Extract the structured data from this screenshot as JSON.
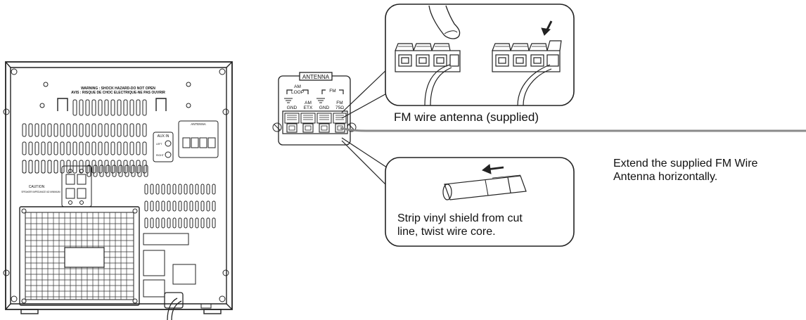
{
  "unit_back": {
    "warning_line1": "WARNING : SHOCK HAZARD-DO NOT OPEN",
    "warning_line2": "AVIS : RISQUE DE CHOC ELECTRIQUE-NE PAS OUVRIR",
    "aux_in_label": "AUX IN",
    "aux_left": "LEFT",
    "aux_right": "RIGHT",
    "mini_antenna_label": "ANTENNA",
    "caution_label": "CAUTION",
    "caution_sub": "SPEAKER IMPEDANCE 6Ω MINIMUM"
  },
  "antenna_panel": {
    "title": "ANTENNA",
    "am_header_top": "AM",
    "am_header": "LOOP",
    "fm_header": "FM",
    "terminals": [
      "GND",
      "AM\nETX",
      "GND",
      "FM\n75Ω"
    ]
  },
  "captions": {
    "fm_wire": "FM wire antenna (supplied)",
    "strip_line1": "Strip vinyl shield from cut",
    "strip_line2": "line, twist wire core.",
    "extend_line1": "Extend the supplied FM Wire",
    "extend_line2": "Antenna horizontally."
  }
}
